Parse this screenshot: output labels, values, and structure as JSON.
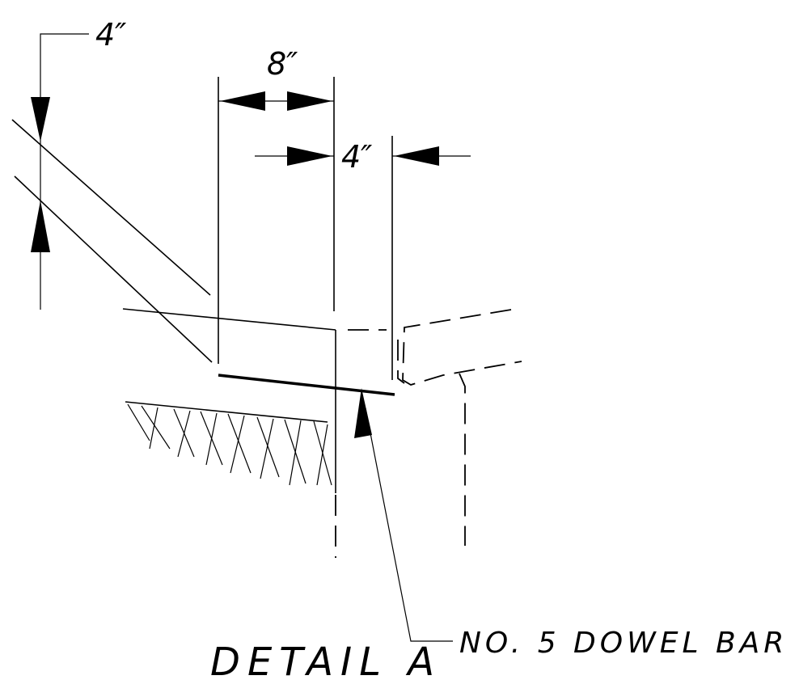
{
  "diagram": {
    "dimensions": {
      "slab_thickness": "4″",
      "curb_width": "8″",
      "offset": "4″"
    },
    "callout": "NO. 5 DOWEL BAR",
    "title": "DETAIL A"
  }
}
